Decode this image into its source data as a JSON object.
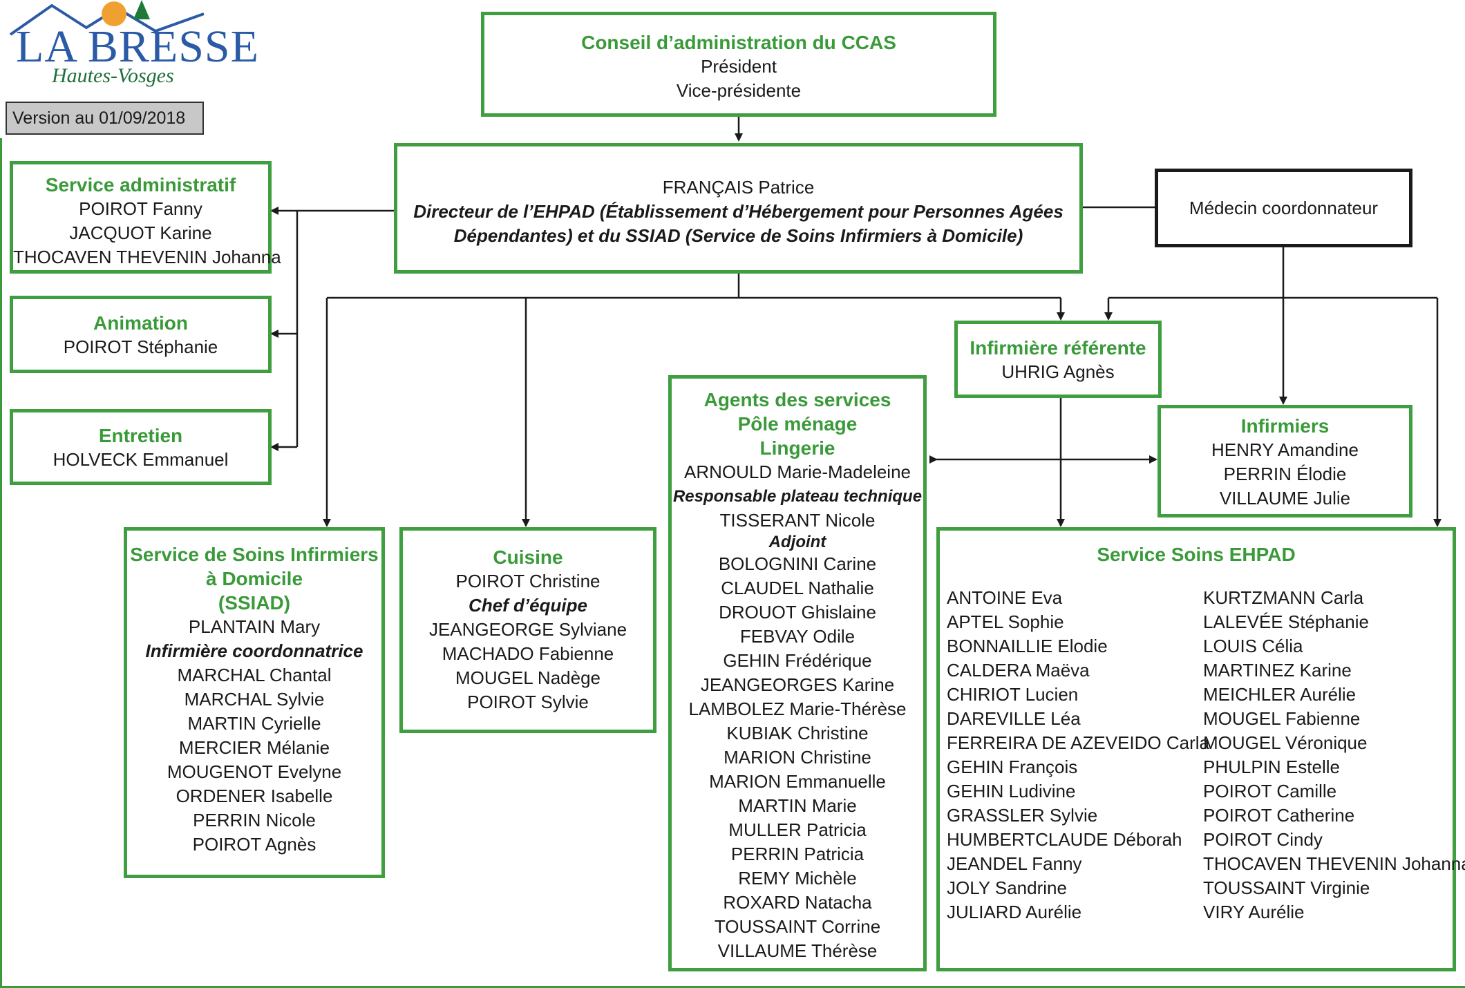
{
  "logo": {
    "name": "LA BRESSE",
    "subtitle": "Hautes-Vosges"
  },
  "version": "Version au 01/09/2018",
  "conseil": {
    "title": "Conseil d’administration du CCAS",
    "lines": [
      "Président",
      "Vice-présidente"
    ]
  },
  "directeur": {
    "name": "FRANÇAIS Patrice",
    "role_line1": "Directeur de l’EHPAD (Établissement d’Hébergement pour Personnes Agées",
    "role_line2": "Dépendantes) et du SSIAD (Service de Soins Infirmiers à Domicile)"
  },
  "medecin": {
    "label": "Médecin coordonnateur"
  },
  "service_administratif": {
    "title": "Service administratif",
    "members": [
      "POIROT Fanny",
      "JACQUOT Karine",
      "THOCAVEN THEVENIN Johanna"
    ]
  },
  "animation": {
    "title": "Animation",
    "members": [
      "POIROT Stéphanie"
    ]
  },
  "entretien": {
    "title": "Entretien",
    "members": [
      "HOLVECK Emmanuel"
    ]
  },
  "infirmiere_referente": {
    "title": "Infirmière référente",
    "members": [
      "UHRIG Agnès"
    ]
  },
  "infirmiers": {
    "title": "Infirmiers",
    "members": [
      "HENRY Amandine",
      "PERRIN Élodie",
      "VILLAUME Julie"
    ]
  },
  "ssiad": {
    "title_lines": [
      "Service de Soins Infirmiers",
      "à Domicile",
      "(SSIAD)"
    ],
    "lead": "PLANTAIN Mary",
    "lead_role": "Infirmière coordonnatrice",
    "members": [
      "MARCHAL Chantal",
      "MARCHAL Sylvie",
      "MARTIN Cyrielle",
      "MERCIER Mélanie",
      "MOUGENOT Evelyne",
      "ORDENER Isabelle",
      "PERRIN Nicole",
      "POIROT Agnès"
    ]
  },
  "cuisine": {
    "title": "Cuisine",
    "lead": "POIROT Christine",
    "lead_role": "Chef d’équipe",
    "members": [
      "JEANGEORGE Sylviane",
      "MACHADO Fabienne",
      "MOUGEL Nadège",
      "POIROT Sylvie"
    ]
  },
  "agents": {
    "title_lines": [
      "Agents des services",
      "Pôle ménage",
      "Lingerie"
    ],
    "lead": "ARNOULD Marie-Madeleine",
    "lead_role": "Responsable plateau technique",
    "deputy": "TISSERANT Nicole",
    "deputy_role": "Adjoint",
    "members": [
      "BOLOGNINI Carine",
      "CLAUDEL Nathalie",
      "DROUOT Ghislaine",
      "FEBVAY Odile",
      "GEHIN Frédérique",
      "JEANGEORGES Karine",
      "LAMBOLEZ Marie-Thérèse",
      "KUBIAK Christine",
      "MARION Christine",
      "MARION Emmanuelle",
      "MARTIN Marie",
      "MULLER Patricia",
      "PERRIN Patricia",
      "REMY Michèle",
      "ROXARD Natacha",
      "TOUSSAINT Corrine",
      "VILLAUME Thérèse"
    ]
  },
  "ehpad": {
    "title": "Service Soins EHPAD",
    "col1": [
      "ANTOINE Eva",
      "APTEL Sophie",
      "BONNAILLIE Elodie",
      "CALDERA Maëva",
      "CHIRIOT Lucien",
      "DAREVILLE Léa",
      "FERREIRA DE AZEVEIDO Carla",
      "GEHIN François",
      "GEHIN Ludivine",
      "GRASSLER Sylvie",
      "HUMBERTCLAUDE Déborah",
      "JEANDEL Fanny",
      "JOLY Sandrine",
      "JULIARD Aurélie"
    ],
    "col2": [
      "KURTZMANN Carla",
      "LALEVÉE Stéphanie",
      "LOUIS Célia",
      "MARTINEZ Karine",
      "MEICHLER Aurélie",
      "MOUGEL Fabienne",
      "MOUGEL Véronique",
      "PHULPIN Estelle",
      "POIROT Camille",
      "POIROT Catherine",
      "POIROT Cindy",
      "THOCAVEN THEVENIN Johanna",
      "TOUSSAINT Virginie",
      "VIRY Aurélie"
    ]
  },
  "colors": {
    "green": "#3f9e3f",
    "title_green": "#3a9a3a",
    "black": "#1a1a1a",
    "version_bg": "#c8c8c8",
    "logo_blue": "#2b5aa6"
  }
}
